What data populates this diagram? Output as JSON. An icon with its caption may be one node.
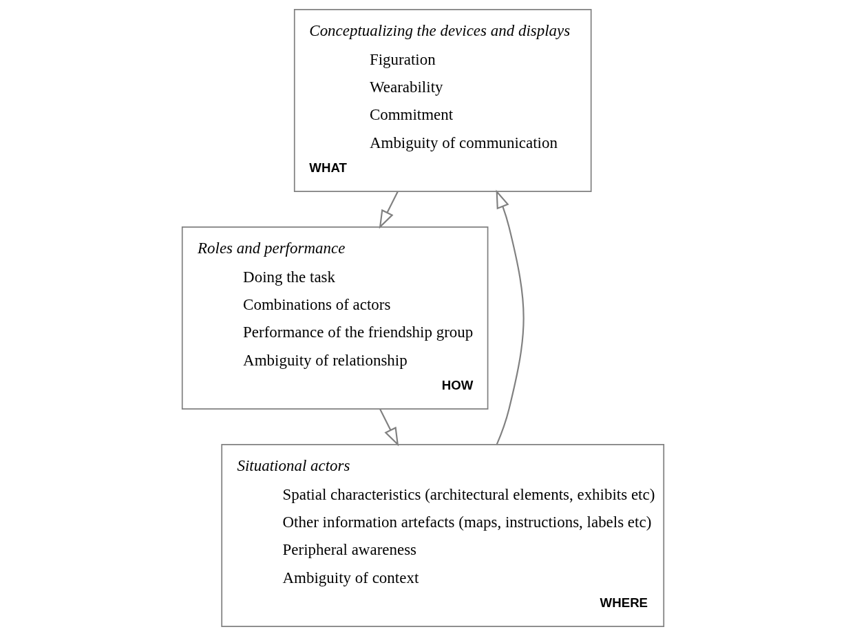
{
  "diagram": {
    "nodes": [
      {
        "text": [
          "Conceptualizing the devices and displays",
          "Figuration",
          "Wearability",
          "Commitment",
          "Ambiguity of communication",
          "WHAT"
        ]
      },
      {
        "text": [
          "Roles and performance",
          "Doing the task",
          "Combinations of actors",
          "Performance of the friendship group",
          "Ambiguity of relationship",
          "HOW"
        ]
      },
      {
        "text": [
          "Situational actors",
          "Spatial characteristics (architectural elements, exhibits etc)",
          "Other information artefacts (maps, instructions, labels etc)",
          "Peripheral awareness",
          "Ambiguity of context",
          "WHERE"
        ]
      }
    ],
    "edges": [
      {
        "from": 0,
        "to": 1,
        "arrow": "to"
      },
      {
        "from": 1,
        "to": 2,
        "arrow": "to"
      },
      {
        "from": 2,
        "to": 0,
        "arrow": "to"
      }
    ]
  }
}
